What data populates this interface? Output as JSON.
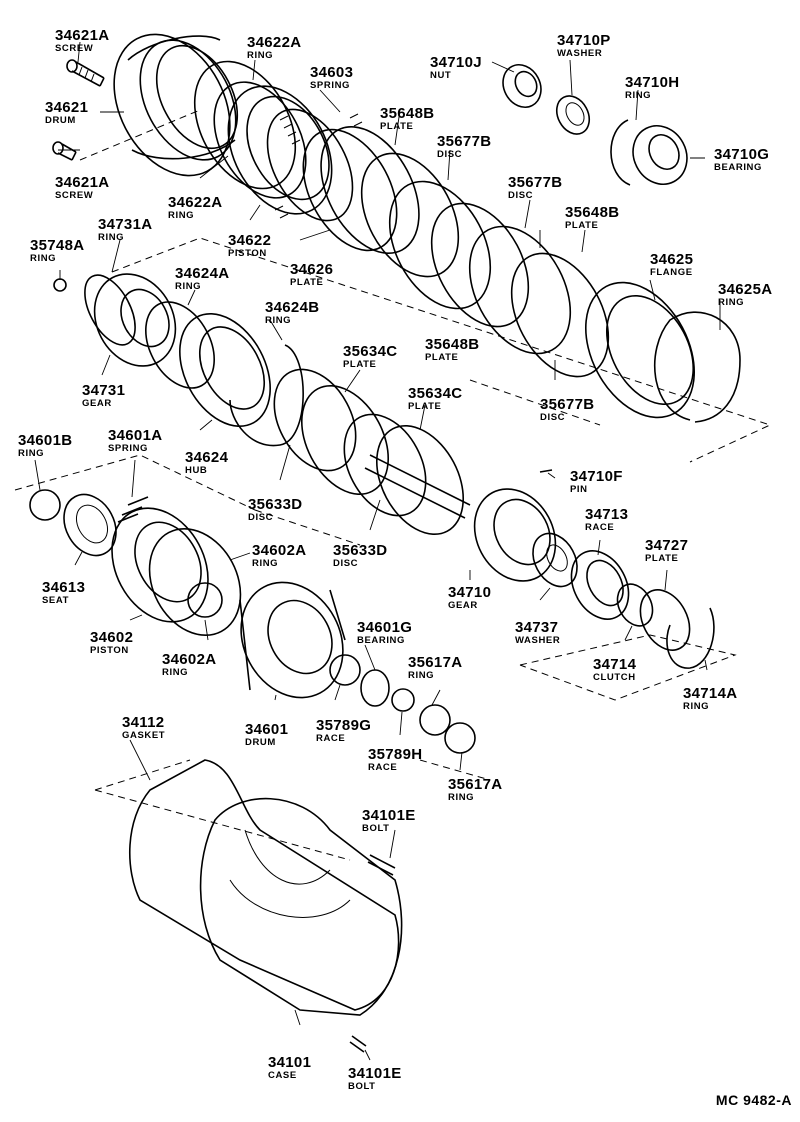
{
  "diagram_code": "MC  9482-A",
  "labels": [
    {
      "part": "34621A",
      "name": "SCREW"
    },
    {
      "part": "34621",
      "name": "DRUM"
    },
    {
      "part": "34621A",
      "name": "SCREW"
    },
    {
      "part": "34622A",
      "name": "RING"
    },
    {
      "part": "34603",
      "name": "SPRING"
    },
    {
      "part": "34622A",
      "name": "RING"
    },
    {
      "part": "34622",
      "name": "PISTON"
    },
    {
      "part": "34626",
      "name": "PLATE"
    },
    {
      "part": "35648B",
      "name": "PLATE"
    },
    {
      "part": "35677B",
      "name": "DISC"
    },
    {
      "part": "35677B",
      "name": "DISC"
    },
    {
      "part": "35648B",
      "name": "PLATE"
    },
    {
      "part": "34625",
      "name": "FLANGE"
    },
    {
      "part": "34625A",
      "name": "RING"
    },
    {
      "part": "35648B",
      "name": "PLATE"
    },
    {
      "part": "35677B",
      "name": "DISC"
    },
    {
      "part": "34710J",
      "name": "NUT"
    },
    {
      "part": "34710P",
      "name": "WASHER"
    },
    {
      "part": "34710H",
      "name": "RING"
    },
    {
      "part": "34710G",
      "name": "BEARING"
    },
    {
      "part": "34731A",
      "name": "RING"
    },
    {
      "part": "35748A",
      "name": "RING"
    },
    {
      "part": "34624A",
      "name": "RING"
    },
    {
      "part": "34624B",
      "name": "RING"
    },
    {
      "part": "34731",
      "name": "GEAR"
    },
    {
      "part": "34624",
      "name": "HUB"
    },
    {
      "part": "35634C",
      "name": "PLATE"
    },
    {
      "part": "35634C",
      "name": "PLATE"
    },
    {
      "part": "35633D",
      "name": "DISC"
    },
    {
      "part": "35633D",
      "name": "DISC"
    },
    {
      "part": "34710F",
      "name": "PIN"
    },
    {
      "part": "34601B",
      "name": "RING"
    },
    {
      "part": "34601A",
      "name": "SPRING"
    },
    {
      "part": "34613",
      "name": "SEAT"
    },
    {
      "part": "34602",
      "name": "PISTON"
    },
    {
      "part": "34602A",
      "name": "RING"
    },
    {
      "part": "34602A",
      "name": "RING"
    },
    {
      "part": "34601G",
      "name": "BEARING"
    },
    {
      "part": "34601",
      "name": "DRUM"
    },
    {
      "part": "35789G",
      "name": "RACE"
    },
    {
      "part": "35789H",
      "name": "RACE"
    },
    {
      "part": "35617A",
      "name": "RING"
    },
    {
      "part": "35617A",
      "name": "RING"
    },
    {
      "part": "34710",
      "name": "GEAR"
    },
    {
      "part": "34737",
      "name": "WASHER"
    },
    {
      "part": "34713",
      "name": "RACE"
    },
    {
      "part": "34727",
      "name": "PLATE"
    },
    {
      "part": "34714",
      "name": "CLUTCH"
    },
    {
      "part": "34714A",
      "name": "RING"
    },
    {
      "part": "34112",
      "name": "GASKET"
    },
    {
      "part": "34101E",
      "name": "BOLT"
    },
    {
      "part": "34101",
      "name": "CASE"
    },
    {
      "part": "34101E",
      "name": "BOLT"
    }
  ]
}
